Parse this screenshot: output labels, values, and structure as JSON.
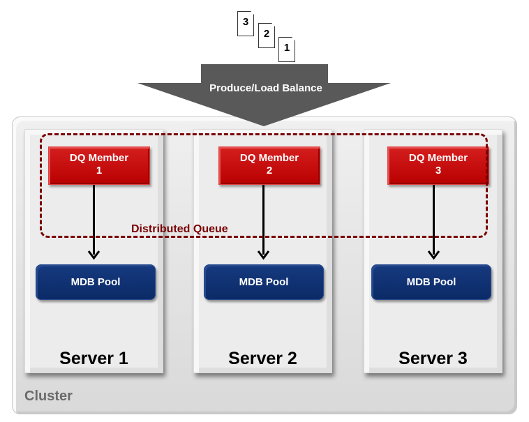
{
  "messages": [
    "3",
    "2",
    "1"
  ],
  "load_balancer": {
    "label": "Produce/Load Balance"
  },
  "cluster": {
    "label": "Cluster"
  },
  "distributed_queue": {
    "label": "Distributed Queue"
  },
  "servers": [
    {
      "label": "Server 1",
      "dq_member": "DQ Member\n1",
      "dq_line1": "DQ Member",
      "dq_line2": "1",
      "pool": "MDB Pool"
    },
    {
      "label": "Server 2",
      "dq_member": "DQ Member\n2",
      "dq_line1": "DQ Member",
      "dq_line2": "2",
      "pool": "MDB Pool"
    },
    {
      "label": "Server 3",
      "dq_member": "DQ Member\n3",
      "dq_line1": "DQ Member",
      "dq_line2": "3",
      "pool": "MDB Pool"
    }
  ],
  "colors": {
    "dq_red": "#c00000",
    "pool_blue": "#0f2f6e",
    "queue_border": "#7a0000",
    "arrow_gray": "#595959"
  }
}
